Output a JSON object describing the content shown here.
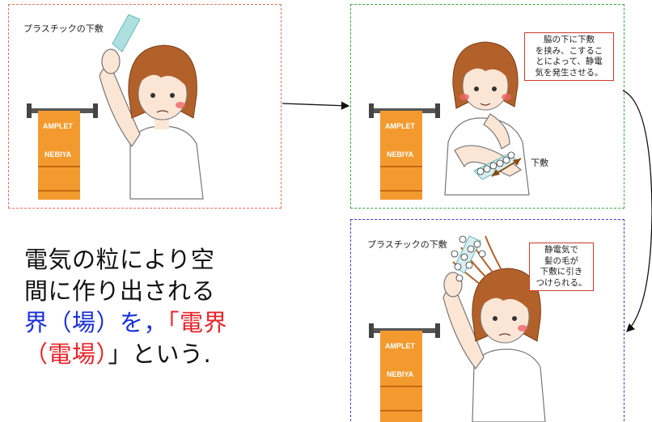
{
  "panel1": {
    "label": "プラスチックの下敷"
  },
  "panel2": {
    "callout": [
      "脇の下に下敷",
      "を挟み、こするこ",
      "とによって、静電",
      "気を発生させる。"
    ],
    "shitajiki_label": "下敷"
  },
  "panel3": {
    "label": "プラスチックの下敷",
    "callout": [
      "静電気で",
      "髪の毛が",
      "下敷に引き",
      "つけられる。"
    ]
  },
  "towel": {
    "line1": "AMPLET",
    "line2": "NEBIYA"
  },
  "main_text": {
    "line1": "電気の粒により空",
    "line2": "間に作り出される",
    "line3_blue": "界（場）を，",
    "line3_red": "「電界",
    "line4_red": "（電場）",
    "line4_black": "」という."
  },
  "colors": {
    "panel1_border": "#e4715a",
    "panel2_border": "#3fa83f",
    "panel3_border": "#3b3bd4",
    "callout_border": "#d03a2a",
    "towel": "#f39a2f",
    "hair": "#b3612b",
    "emphasis_blue": "#1a2fd8",
    "emphasis_red": "#e8242a"
  }
}
